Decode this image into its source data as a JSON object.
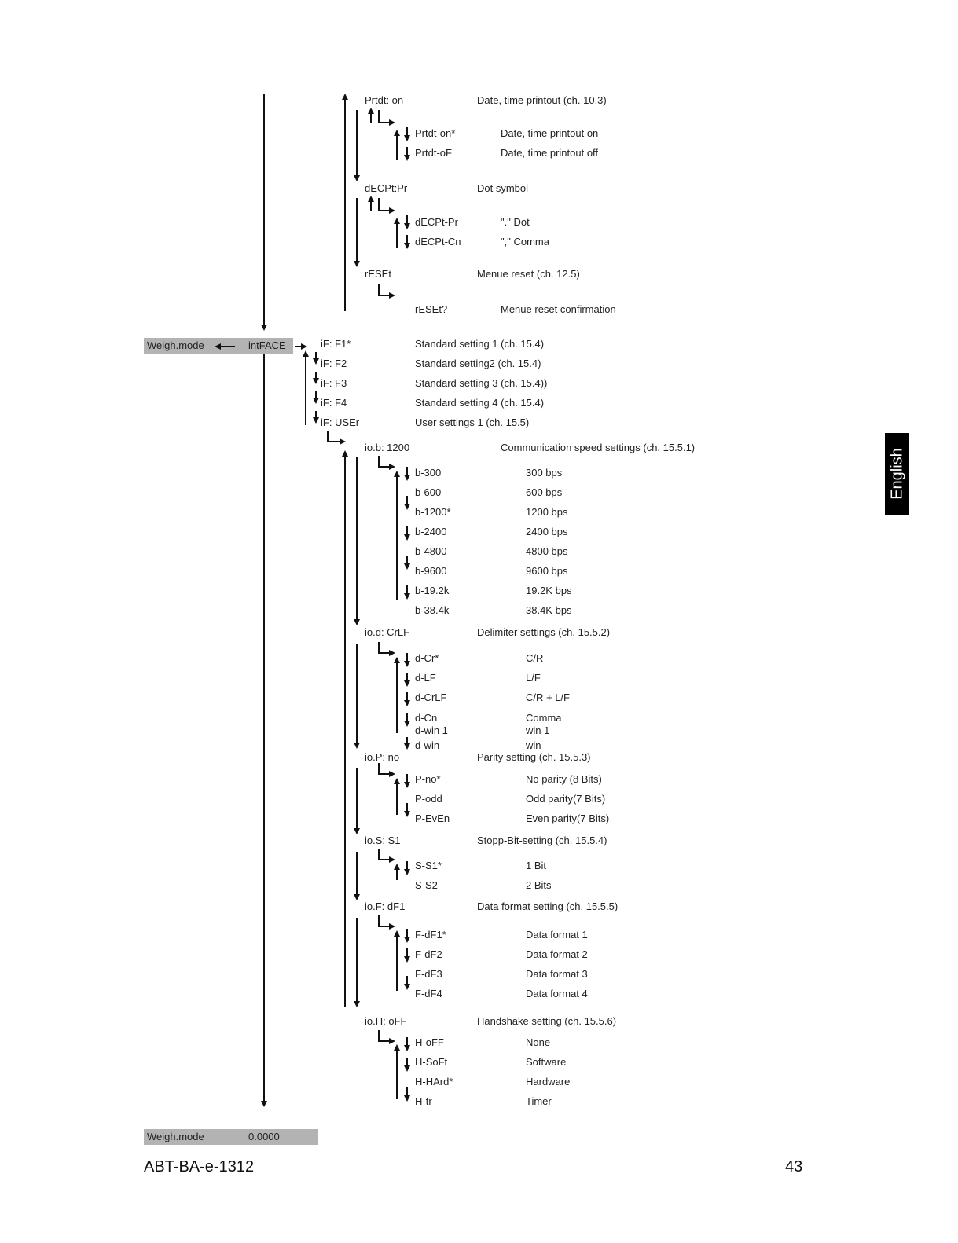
{
  "side_tab": "English",
  "footer": {
    "doc_code": "ABT-BA-e-1312",
    "page_number": "43"
  },
  "weigh_box_top": {
    "left": "Weigh.mode",
    "right": "intFACE"
  },
  "weigh_box_bottom": {
    "left": "Weigh.mode",
    "right": "0.0000"
  },
  "prtdt": {
    "code": "Prtdt: on",
    "desc": "Date, time printout (ch. 10.3)",
    "options": [
      {
        "code": "Prtdt-on*",
        "desc": "Date, time printout on"
      },
      {
        "code": "Prtdt-oF",
        "desc": "Date, time printout off"
      }
    ]
  },
  "decpt": {
    "code": "dECPt:Pr",
    "desc": "Dot symbol",
    "options": [
      {
        "code": "dECPt-Pr",
        "desc": "\".\" Dot"
      },
      {
        "code": "dECPt-Cn",
        "desc": "\",\" Comma"
      }
    ]
  },
  "reset": {
    "code": "rESEt",
    "desc": "Menue reset (ch. 12.5)",
    "options": [
      {
        "code": "rESEt?",
        "desc": "Menue reset confirmation"
      }
    ]
  },
  "interface": {
    "options": [
      {
        "code": "iF: F1*",
        "desc": "Standard setting 1 (ch. 15.4)"
      },
      {
        "code": "iF: F2",
        "desc": "Standard setting2 (ch. 15.4)"
      },
      {
        "code": "iF: F3",
        "desc": "Standard setting 3 (ch. 15.4))"
      },
      {
        "code": "iF: F4",
        "desc": "Standard setting 4 (ch. 15.4)"
      },
      {
        "code": "iF: USEr",
        "desc": "User settings 1 (ch. 15.5)"
      }
    ]
  },
  "baud": {
    "code": "io.b: 1200",
    "desc": "Communication speed settings (ch. 15.5.1)",
    "options": [
      {
        "code": "b-300",
        "desc": "300 bps"
      },
      {
        "code": "b-600",
        "desc": "600 bps"
      },
      {
        "code": "b-1200*",
        "desc": "1200 bps"
      },
      {
        "code": "b-2400",
        "desc": "2400 bps"
      },
      {
        "code": "b-4800",
        "desc": "4800 bps"
      },
      {
        "code": "b-9600",
        "desc": "9600 bps"
      },
      {
        "code": "b-19.2k",
        "desc": "19.2K bps"
      },
      {
        "code": "b-38.4k",
        "desc": "38.4K bps"
      }
    ]
  },
  "delim": {
    "code": "io.d: CrLF",
    "desc": "Delimiter settings (ch. 15.5.2)",
    "options": [
      {
        "code": "d-Cr*",
        "desc": "C/R"
      },
      {
        "code": "d-LF",
        "desc": "L/F"
      },
      {
        "code": "d-CrLF",
        "desc": "C/R + L/F"
      },
      {
        "code": "d-Cn",
        "desc": "Comma"
      },
      {
        "code": "d-win 1",
        "desc": "win 1"
      },
      {
        "code": "d-win -",
        "desc": "win -"
      }
    ]
  },
  "parity": {
    "code": "io.P: no",
    "desc": "Parity setting (ch. 15.5.3)",
    "options": [
      {
        "code": "P-no*",
        "desc": "No parity (8 Bits)"
      },
      {
        "code": "P-odd",
        "desc": "Odd parity(7 Bits)"
      },
      {
        "code": "P-EvEn",
        "desc": "Even parity(7 Bits)"
      }
    ]
  },
  "stop": {
    "code": "io.S: S1",
    "desc": "Stopp-Bit-setting (ch. 15.5.4)",
    "options": [
      {
        "code": "S-S1*",
        "desc": "1 Bit"
      },
      {
        "code": "S-S2",
        "desc": "2 Bits"
      }
    ]
  },
  "format": {
    "code": "io.F: dF1",
    "desc": "Data format setting (ch. 15.5.5)",
    "options": [
      {
        "code": "F-dF1*",
        "desc": "Data format 1"
      },
      {
        "code": "F-dF2",
        "desc": "Data format 2"
      },
      {
        "code": "F-dF3",
        "desc": "Data format 3"
      },
      {
        "code": "F-dF4",
        "desc": "Data format 4"
      }
    ]
  },
  "handshake": {
    "code": "io.H: oFF",
    "desc": "Handshake setting (ch. 15.5.6)",
    "options": [
      {
        "code": "H-oFF",
        "desc": "None"
      },
      {
        "code": "H-SoFt",
        "desc": "Software"
      },
      {
        "code": "H-HArd*",
        "desc": "Hardware"
      },
      {
        "code": "H-tr",
        "desc": "Timer"
      }
    ]
  }
}
